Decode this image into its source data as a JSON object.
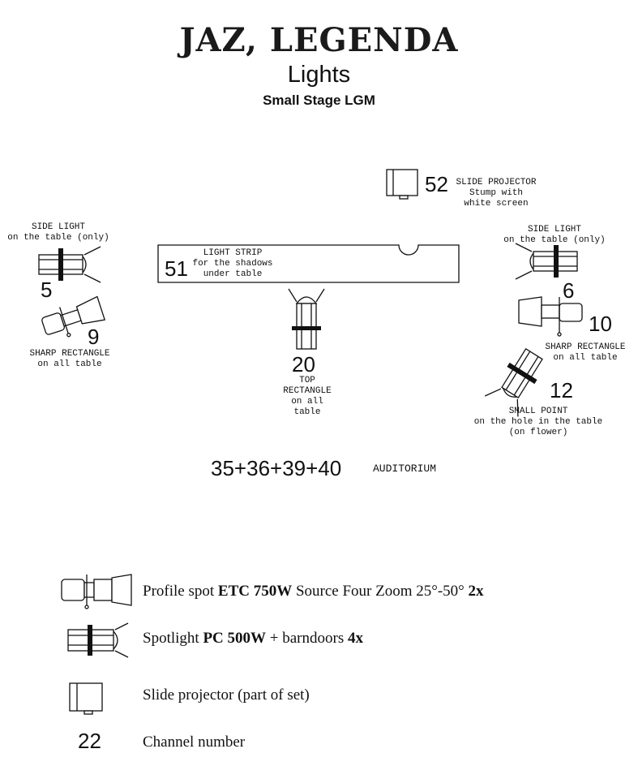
{
  "header": {
    "title": "JAZ, LEGENDA",
    "subtitle": "Lights",
    "stage": "Small Stage LGM"
  },
  "plot": {
    "slide_projector": {
      "channel": "52",
      "label": "SLIDE PROJECTOR\nStump with\nwhite screen"
    },
    "light_strip": {
      "channel": "51",
      "label": "LIGHT STRIP\nfor the shadows\nunder table"
    },
    "side_light_left": {
      "channel": "5",
      "label": "SIDE LIGHT\non the table (only)"
    },
    "side_light_right": {
      "channel": "6",
      "label": "SIDE LIGHT\non the table (only)"
    },
    "sharp_left": {
      "channel": "9",
      "label": "SHARP RECTANGLE\non all table"
    },
    "sharp_right": {
      "channel": "10",
      "label": "SHARP RECTANGLE\non all table"
    },
    "top_rect": {
      "channel": "20",
      "label": "TOP\nRECTANGLE\non all\ntable"
    },
    "small_point": {
      "channel": "12",
      "label": "SMALL POINT\non the hole in the table\n(on flower)"
    },
    "auditorium": {
      "channels": "35+36+39+40",
      "label": "AUDITORIUM"
    }
  },
  "legend": {
    "profile": {
      "pre": "Profile spot ",
      "model": "ETC 750W",
      "mid": " Source Four Zoom 25°-50° ",
      "qty": "2x"
    },
    "spot": {
      "pre": "Spotlight ",
      "model": "PC 500W",
      "mid": " + barndoors ",
      "qty": "4x"
    },
    "projector": {
      "text": "Slide projector (part of set)"
    },
    "channel": {
      "example": "22",
      "text": "Channel number"
    }
  }
}
